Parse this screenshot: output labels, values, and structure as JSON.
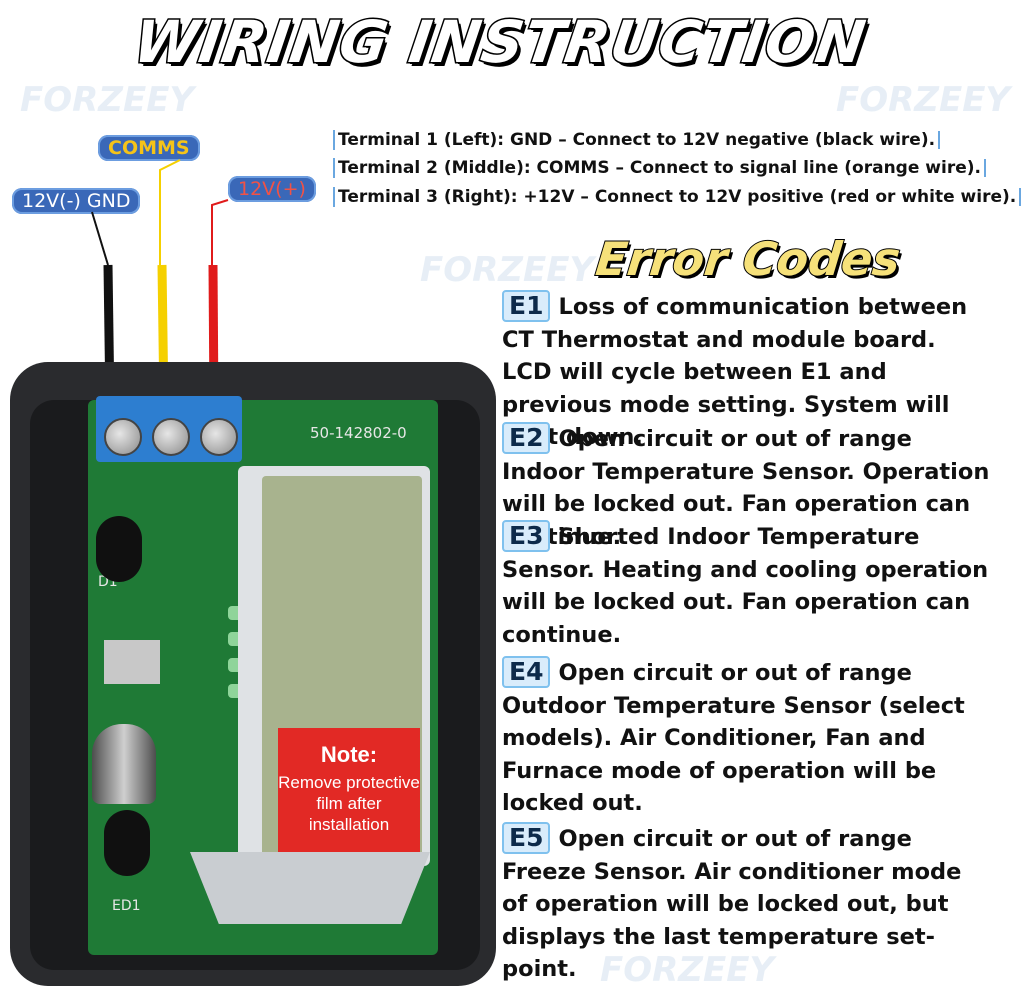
{
  "title": "WIRING INSTRUCTION",
  "watermark": "FORZEEY",
  "wire_labels": {
    "gnd": "12V(-) GND",
    "comms": "COMMS",
    "pos": "12V(+)"
  },
  "terminals": [
    "Terminal 1 (Left): GND – Connect to 12V negative (black wire).",
    "Terminal 2 (Middle): COMMS – Connect to signal line (orange wire).",
    "Terminal 3 (Right): +12V – Connect to 12V positive (red or white wire)."
  ],
  "error_codes_title": "Error Codes",
  "error_codes": [
    {
      "code": "E1",
      "text": "Loss of communication between CT Thermostat and module board. LCD will cycle between E1 and previous mode setting. System will shut down."
    },
    {
      "code": "E2",
      "text": "Open circuit or out of range Indoor Temperature Sensor. Operation will be locked out. Fan operation can continue."
    },
    {
      "code": "E3",
      "text": "Shorted Indoor Temperature Sensor. Heating and cooling operation will be locked out. Fan operation can continue."
    },
    {
      "code": "E4",
      "text": "Open circuit or out of range Outdoor Temperature Sensor (select models). Air Conditioner, Fan and Furnace mode of operation will be locked out."
    },
    {
      "code": "E5",
      "text": "Open circuit or out of range Freeze Sensor. Air conditioner mode of operation will be locked out, but displays the last temperature set-point."
    }
  ],
  "board": {
    "part_number": "50-142802-0",
    "d1": "D1",
    "ed1": "ED1"
  },
  "note": {
    "heading": "Note:",
    "body": "Remove protective film after installation"
  },
  "colors": {
    "wire_black": "#111111",
    "wire_comms": "#f5d000",
    "wire_pos": "#e01b1b",
    "accent_blue": "#3a68b8"
  }
}
